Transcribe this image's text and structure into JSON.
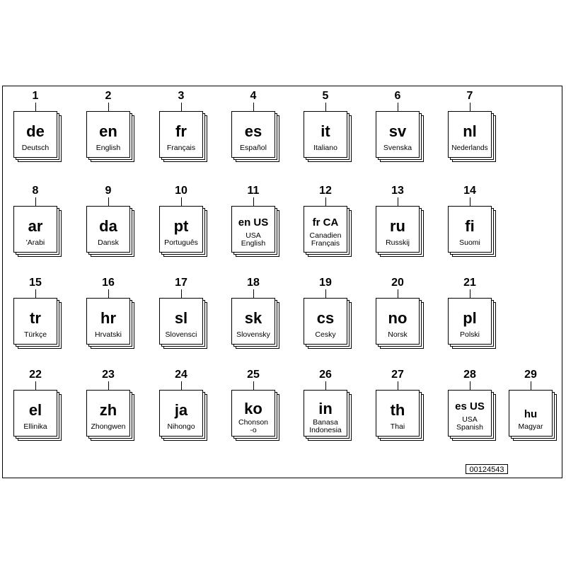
{
  "books": [
    {
      "number": "1",
      "code": "de",
      "names": [
        "Deutsch"
      ]
    },
    {
      "number": "2",
      "code": "en",
      "names": [
        "English"
      ]
    },
    {
      "number": "3",
      "code": "fr",
      "names": [
        "Français"
      ]
    },
    {
      "number": "4",
      "code": "es",
      "names": [
        "Español"
      ]
    },
    {
      "number": "5",
      "code": "it",
      "names": [
        "Italiano"
      ]
    },
    {
      "number": "6",
      "code": "sv",
      "names": [
        "Svenska"
      ]
    },
    {
      "number": "7",
      "code": "nl",
      "names": [
        "Nederlands"
      ]
    },
    {
      "number": "8",
      "code": "ar",
      "names": [
        "'Arabi"
      ]
    },
    {
      "number": "9",
      "code": "da",
      "names": [
        "Dansk"
      ]
    },
    {
      "number": "10",
      "code": "pt",
      "names": [
        "Português"
      ]
    },
    {
      "number": "11",
      "code": "en US",
      "names": [
        "USA",
        "English"
      ]
    },
    {
      "number": "12",
      "code": "fr CA",
      "names": [
        "Canadien",
        "Français"
      ]
    },
    {
      "number": "13",
      "code": "ru",
      "names": [
        "Russkij"
      ]
    },
    {
      "number": "14",
      "code": "fi",
      "names": [
        "Suomi"
      ]
    },
    {
      "number": "15",
      "code": "tr",
      "names": [
        "Türkçe"
      ]
    },
    {
      "number": "16",
      "code": "hr",
      "names": [
        "Hrvatski"
      ]
    },
    {
      "number": "17",
      "code": "sl",
      "names": [
        "Slovensci"
      ]
    },
    {
      "number": "18",
      "code": "sk",
      "names": [
        "Slovensky"
      ]
    },
    {
      "number": "19",
      "code": "cs",
      "names": [
        "Cesky"
      ]
    },
    {
      "number": "20",
      "code": "no",
      "names": [
        "Norsk"
      ]
    },
    {
      "number": "21",
      "code": "pl",
      "names": [
        "Polski"
      ]
    },
    {
      "number": "22",
      "code": "el",
      "names": [
        "Ellinika"
      ]
    },
    {
      "number": "23",
      "code": "zh",
      "names": [
        "Zhongwen"
      ]
    },
    {
      "number": "24",
      "code": "ja",
      "names": [
        "Nihongo"
      ]
    },
    {
      "number": "25",
      "code": "ko",
      "names": [
        "Chonson",
        "-o"
      ]
    },
    {
      "number": "26",
      "code": "in",
      "names": [
        "Banasa",
        "Indonesia"
      ]
    },
    {
      "number": "27",
      "code": "th",
      "names": [
        "Thai"
      ]
    },
    {
      "number": "28",
      "code": "es US",
      "names": [
        "USA",
        "Spanish"
      ]
    },
    {
      "number": "29",
      "code": "hu",
      "names": [
        "Magyar"
      ]
    }
  ],
  "reference_number": "00124543"
}
